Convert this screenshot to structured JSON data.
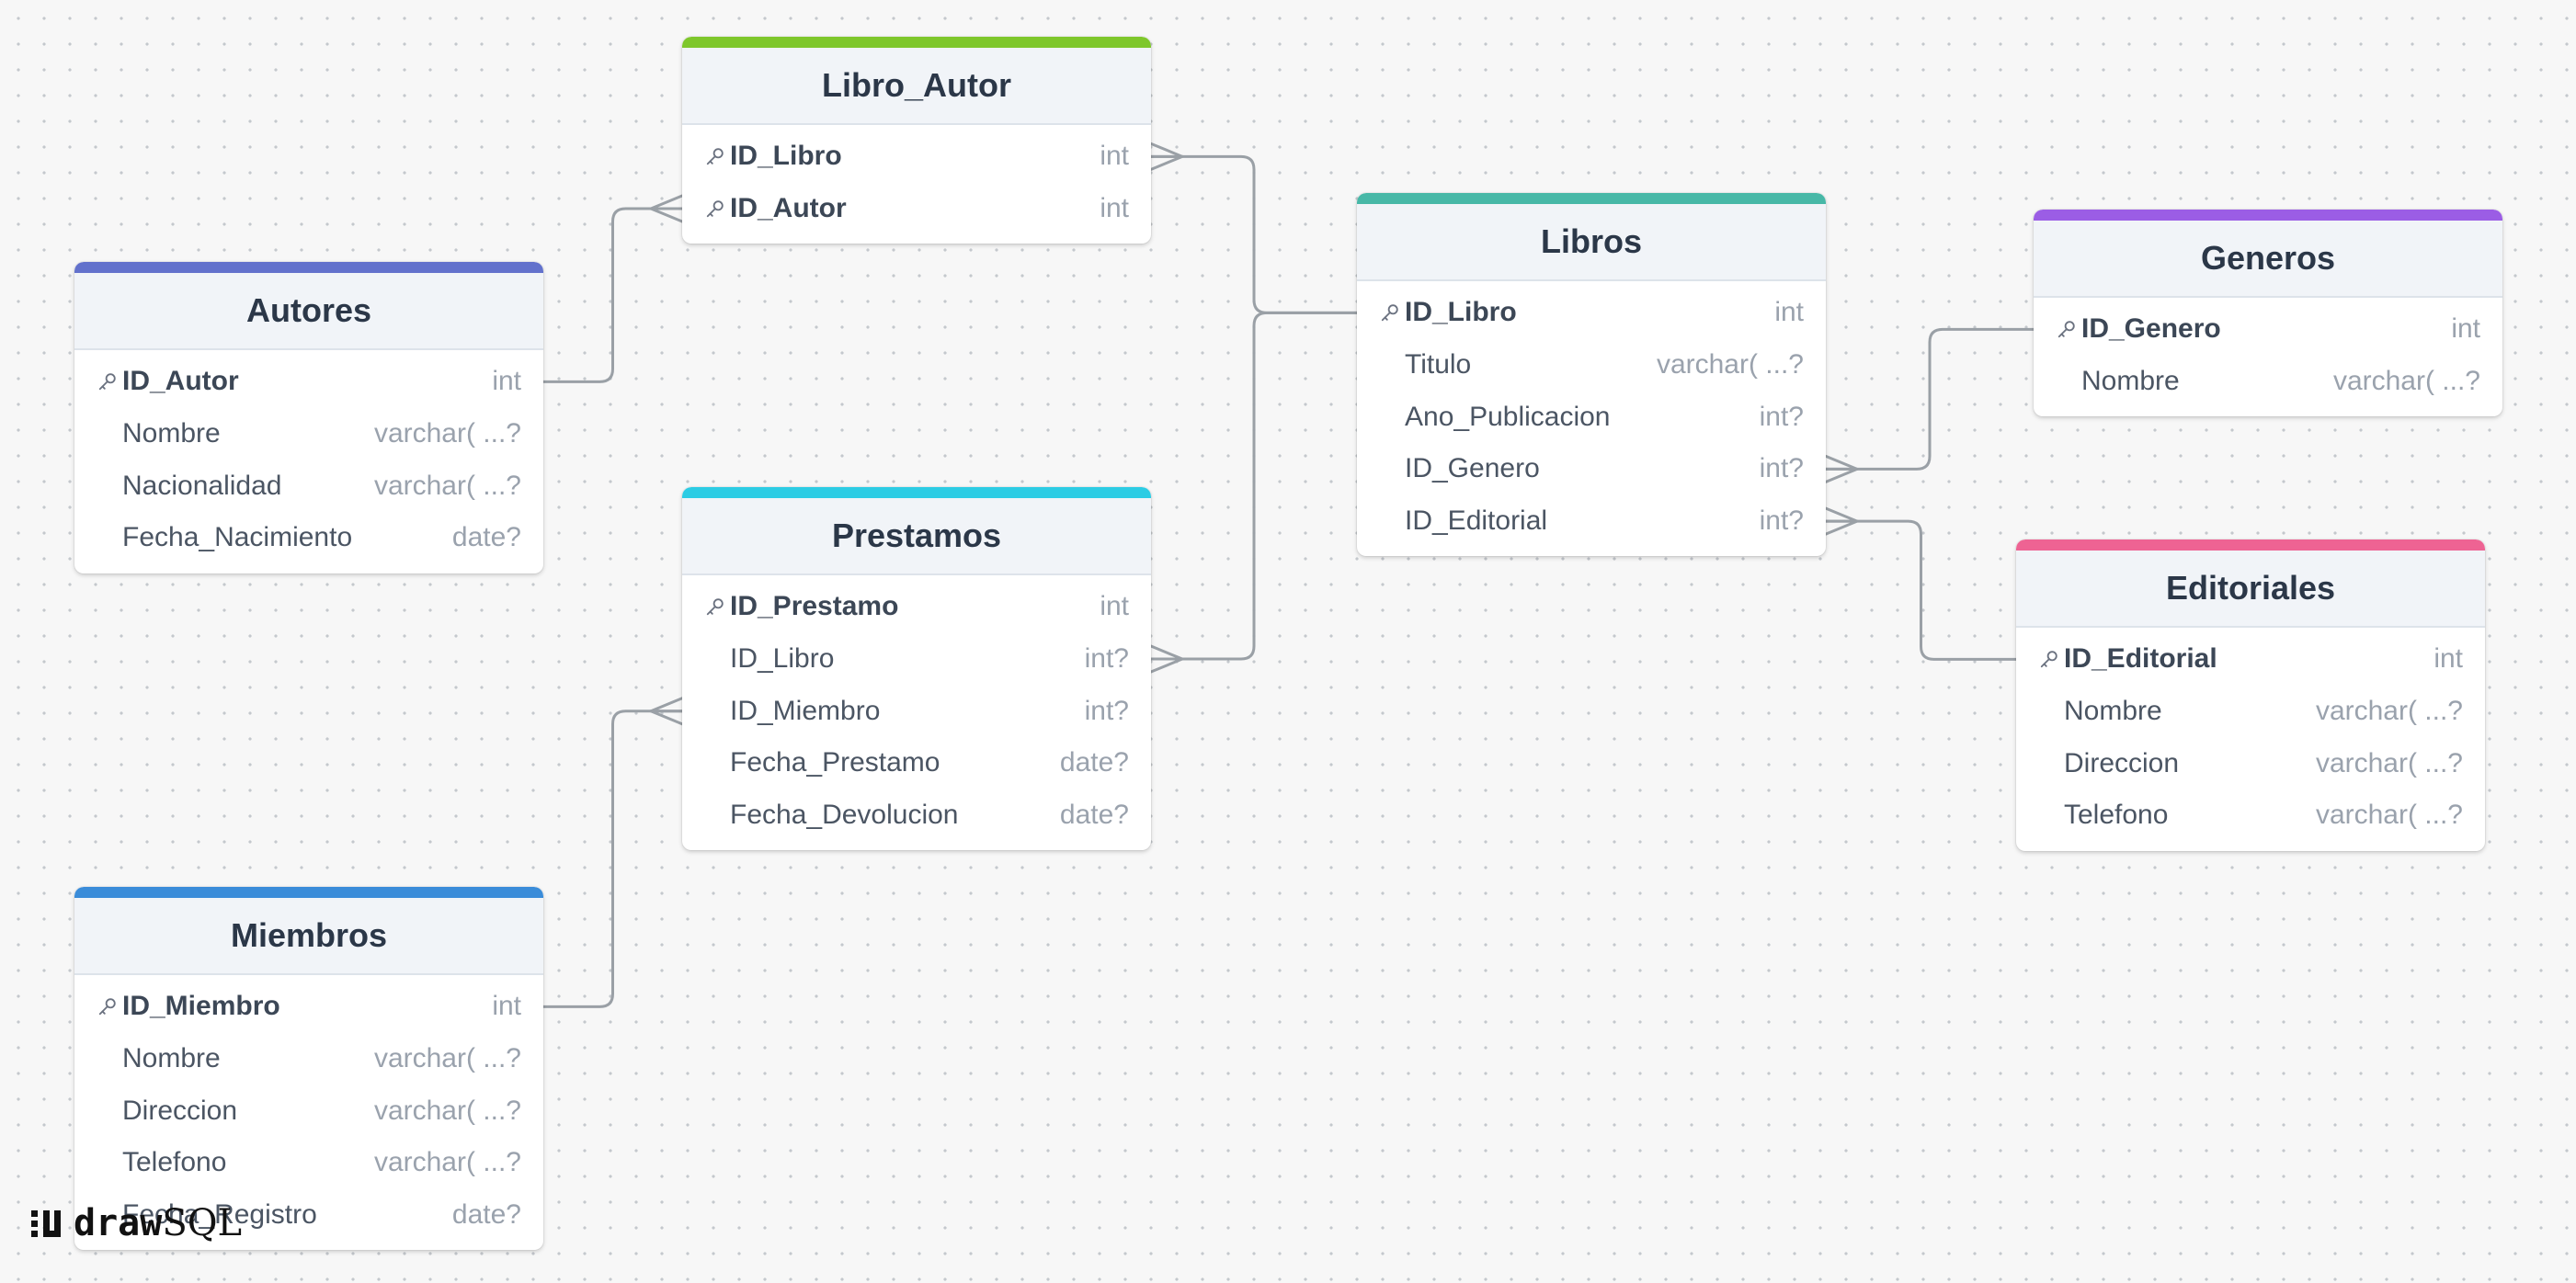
{
  "app": {
    "brand_draw": "draw",
    "brand_sql": "SQL"
  },
  "colors": {
    "libro_autor": "#7ec72b",
    "libros": "#47b8a7",
    "generos": "#9b5de5",
    "autores": "#6271cc",
    "prestamos": "#2ccce4",
    "editoriales": "#ee6393",
    "miembros": "#3a8cd9",
    "connector": "#9aa0a6"
  },
  "tables": {
    "libro_autor": {
      "name": "Libro_Autor",
      "columns": [
        {
          "name": "ID_Libro",
          "type": "int",
          "pk": true
        },
        {
          "name": "ID_Autor",
          "type": "int",
          "pk": true
        }
      ]
    },
    "libros": {
      "name": "Libros",
      "columns": [
        {
          "name": "ID_Libro",
          "type": "int",
          "pk": true
        },
        {
          "name": "Titulo",
          "type": "varchar( ...?",
          "pk": false
        },
        {
          "name": "Ano_Publicacion",
          "type": "int?",
          "pk": false
        },
        {
          "name": "ID_Genero",
          "type": "int?",
          "pk": false
        },
        {
          "name": "ID_Editorial",
          "type": "int?",
          "pk": false
        }
      ]
    },
    "generos": {
      "name": "Generos",
      "columns": [
        {
          "name": "ID_Genero",
          "type": "int",
          "pk": true
        },
        {
          "name": "Nombre",
          "type": "varchar( ...?",
          "pk": false
        }
      ]
    },
    "autores": {
      "name": "Autores",
      "columns": [
        {
          "name": "ID_Autor",
          "type": "int",
          "pk": true
        },
        {
          "name": "Nombre",
          "type": "varchar( ...?",
          "pk": false
        },
        {
          "name": "Nacionalidad",
          "type": "varchar( ...?",
          "pk": false
        },
        {
          "name": "Fecha_Nacimiento",
          "type": "date?",
          "pk": false
        }
      ]
    },
    "prestamos": {
      "name": "Prestamos",
      "columns": [
        {
          "name": "ID_Prestamo",
          "type": "int",
          "pk": true
        },
        {
          "name": "ID_Libro",
          "type": "int?",
          "pk": false
        },
        {
          "name": "ID_Miembro",
          "type": "int?",
          "pk": false
        },
        {
          "name": "Fecha_Prestamo",
          "type": "date?",
          "pk": false
        },
        {
          "name": "Fecha_Devolucion",
          "type": "date?",
          "pk": false
        }
      ]
    },
    "editoriales": {
      "name": "Editoriales",
      "columns": [
        {
          "name": "ID_Editorial",
          "type": "int",
          "pk": true
        },
        {
          "name": "Nombre",
          "type": "varchar( ...?",
          "pk": false
        },
        {
          "name": "Direccion",
          "type": "varchar( ...?",
          "pk": false
        },
        {
          "name": "Telefono",
          "type": "varchar( ...?",
          "pk": false
        }
      ]
    },
    "miembros": {
      "name": "Miembros",
      "columns": [
        {
          "name": "ID_Miembro",
          "type": "int",
          "pk": true
        },
        {
          "name": "Nombre",
          "type": "varchar( ...?",
          "pk": false
        },
        {
          "name": "Direccion",
          "type": "varchar( ...?",
          "pk": false
        },
        {
          "name": "Telefono",
          "type": "varchar( ...?",
          "pk": false
        },
        {
          "name": "Fecha_Registro",
          "type": "date?",
          "pk": false
        }
      ]
    }
  },
  "relations": [
    {
      "from": "libros.ID_Libro",
      "to": "libro_autor.ID_Libro"
    },
    {
      "from": "autores.ID_Autor",
      "to": "libro_autor.ID_Autor"
    },
    {
      "from": "libros.ID_Libro",
      "to": "prestamos.ID_Libro"
    },
    {
      "from": "miembros.ID_Miembro",
      "to": "prestamos.ID_Miembro"
    },
    {
      "from": "generos.ID_Genero",
      "to": "libros.ID_Genero"
    },
    {
      "from": "editoriales.ID_Editorial",
      "to": "libros.ID_Editorial"
    }
  ]
}
